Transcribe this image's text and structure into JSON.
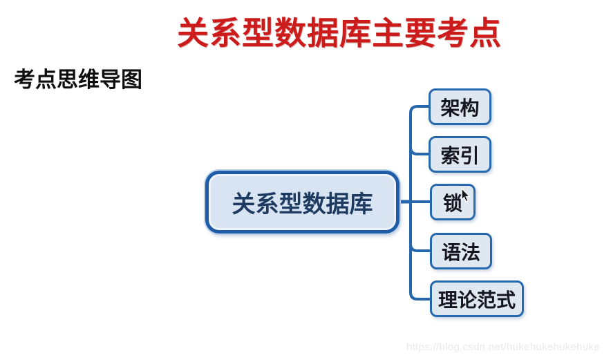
{
  "page": {
    "title": "关系型数据库主要考点",
    "section_heading": "考点思维导图",
    "watermark": "https://blog.csdn.net/hukehukehukehuke"
  },
  "mindmap": {
    "root": {
      "label": "关系型数据库"
    },
    "children": [
      {
        "label": "架构"
      },
      {
        "label": "索引"
      },
      {
        "label": "锁"
      },
      {
        "label": "语法"
      },
      {
        "label": "理论范式"
      }
    ]
  },
  "colors": {
    "title_red": "#cb1b1b",
    "heading_black": "#0e0e0e",
    "root_border": "#1e5ca8",
    "root_fill": "#d9e4f2",
    "root_text": "#1d3a60",
    "child_border": "#2769ae",
    "child_fill": "#dfe7f0",
    "child_text": "#15151f",
    "connector": "#2566ac",
    "watermark_gray": "#e9e9e9"
  }
}
